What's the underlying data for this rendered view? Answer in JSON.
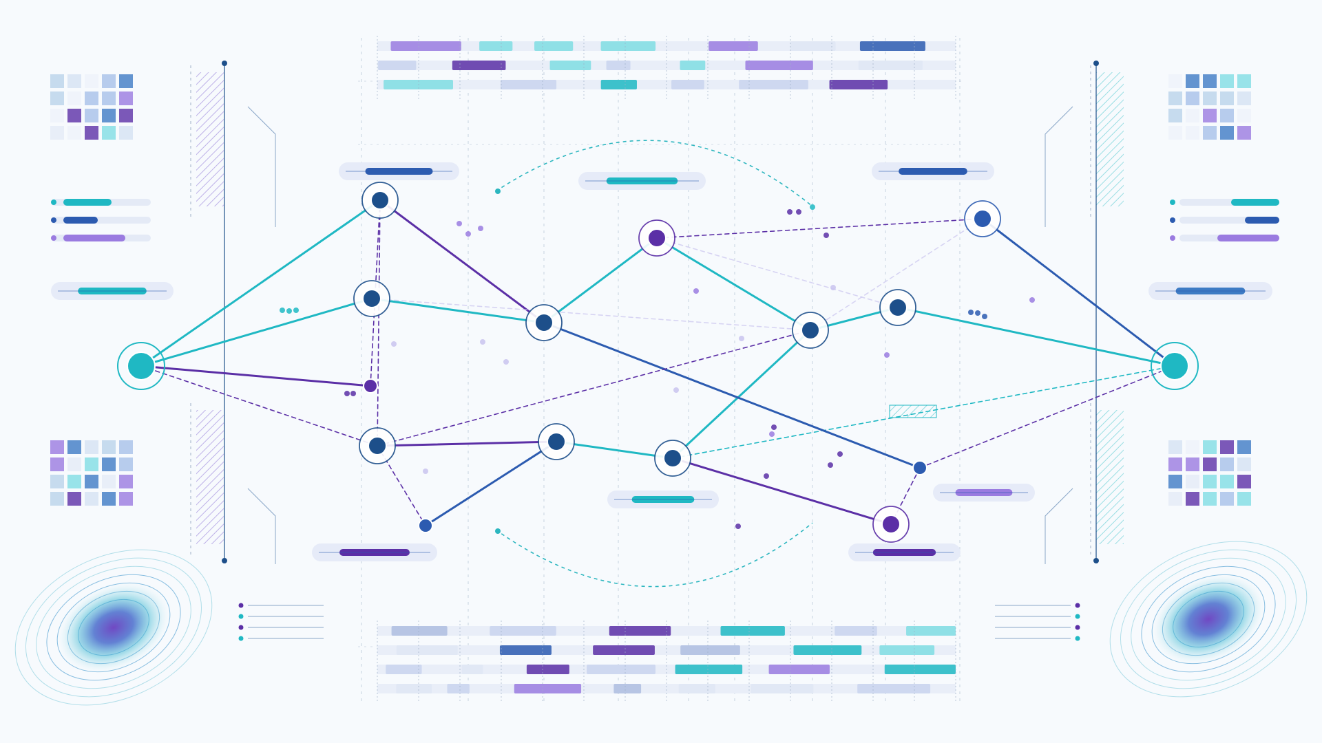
{
  "colors": {
    "background": "#f7fafd",
    "teal": "#1fb8c3",
    "teal_light": "#7fdde3",
    "navy": "#1d4f8a",
    "blue": "#2c5bb0",
    "purple": "#5b2fa6",
    "violet": "#9a7be0",
    "lavender": "#c9c3ee",
    "grid": "#9fb0c8"
  },
  "network": {
    "nodes": [
      {
        "id": "src",
        "kind": "endpoint",
        "color": "teal"
      },
      {
        "id": "a1",
        "kind": "ringed",
        "color": "navy"
      },
      {
        "id": "a2",
        "kind": "ringed",
        "color": "navy"
      },
      {
        "id": "a3",
        "kind": "plain",
        "color": "purple"
      },
      {
        "id": "a4",
        "kind": "ringed",
        "color": "navy"
      },
      {
        "id": "a5",
        "kind": "plain",
        "color": "blue"
      },
      {
        "id": "b1",
        "kind": "ringed",
        "color": "purple"
      },
      {
        "id": "b2",
        "kind": "ringed",
        "color": "navy"
      },
      {
        "id": "b3",
        "kind": "ringed",
        "color": "navy"
      },
      {
        "id": "b4",
        "kind": "ringed",
        "color": "navy"
      },
      {
        "id": "c1",
        "kind": "ringed",
        "color": "navy"
      },
      {
        "id": "c2",
        "kind": "ringed",
        "color": "navy"
      },
      {
        "id": "c3",
        "kind": "ringed",
        "color": "blue"
      },
      {
        "id": "c4",
        "kind": "plain",
        "color": "blue"
      },
      {
        "id": "c5",
        "kind": "ringed",
        "color": "purple"
      },
      {
        "id": "dst",
        "kind": "endpoint",
        "color": "teal"
      }
    ],
    "edges": [
      {
        "from": "src",
        "to": "a1",
        "style": "solid",
        "color": "teal"
      },
      {
        "from": "src",
        "to": "a2",
        "style": "solid",
        "color": "teal"
      },
      {
        "from": "src",
        "to": "a3",
        "style": "solid",
        "color": "purple"
      },
      {
        "from": "src",
        "to": "a4",
        "style": "dashed",
        "color": "purple"
      },
      {
        "from": "a2",
        "to": "b2",
        "style": "solid",
        "color": "teal"
      },
      {
        "from": "b2",
        "to": "b1",
        "style": "solid",
        "color": "teal"
      },
      {
        "from": "b1",
        "to": "c1",
        "style": "solid",
        "color": "teal"
      },
      {
        "from": "c1",
        "to": "c2",
        "style": "solid",
        "color": "teal"
      },
      {
        "from": "c2",
        "to": "dst",
        "style": "solid",
        "color": "teal"
      },
      {
        "from": "c3",
        "to": "dst",
        "style": "solid",
        "color": "blue"
      },
      {
        "from": "a4",
        "to": "b3",
        "style": "solid",
        "color": "purple"
      },
      {
        "from": "b3",
        "to": "b4",
        "style": "solid",
        "color": "teal"
      },
      {
        "from": "b4",
        "to": "c1",
        "style": "solid",
        "color": "teal"
      },
      {
        "from": "b4",
        "to": "c5",
        "style": "solid",
        "color": "purple"
      },
      {
        "from": "a5",
        "to": "b3",
        "style": "solid",
        "color": "blue"
      },
      {
        "from": "a4",
        "to": "a5",
        "style": "dashed",
        "color": "purple"
      },
      {
        "from": "b4",
        "to": "dst",
        "style": "dashed",
        "color": "teal"
      },
      {
        "from": "a1",
        "to": "b2",
        "style": "solid",
        "color": "purple"
      },
      {
        "from": "a1",
        "to": "a4",
        "style": "dashed",
        "color": "purple"
      },
      {
        "from": "a1",
        "to": "a3",
        "style": "dashed",
        "color": "purple"
      },
      {
        "from": "b1",
        "to": "c3",
        "style": "dashed",
        "color": "purple"
      },
      {
        "from": "b2",
        "to": "c4",
        "style": "solid",
        "color": "blue"
      },
      {
        "from": "a4",
        "to": "c1",
        "style": "dashed",
        "color": "purple"
      },
      {
        "from": "c4",
        "to": "c5",
        "style": "dashed",
        "color": "purple"
      },
      {
        "from": "c4",
        "to": "dst",
        "style": "dashed",
        "color": "purple"
      },
      {
        "from": "a2",
        "to": "c1",
        "style": "dashed",
        "color": "lavender"
      },
      {
        "from": "b1",
        "to": "c2",
        "style": "dashed",
        "color": "lavender"
      },
      {
        "from": "c3",
        "to": "c1",
        "style": "dashed",
        "color": "lavender"
      }
    ]
  },
  "icon_names": [
    "network-graph",
    "heatmap-grid",
    "legend-key",
    "contour-map",
    "timeline-track"
  ]
}
